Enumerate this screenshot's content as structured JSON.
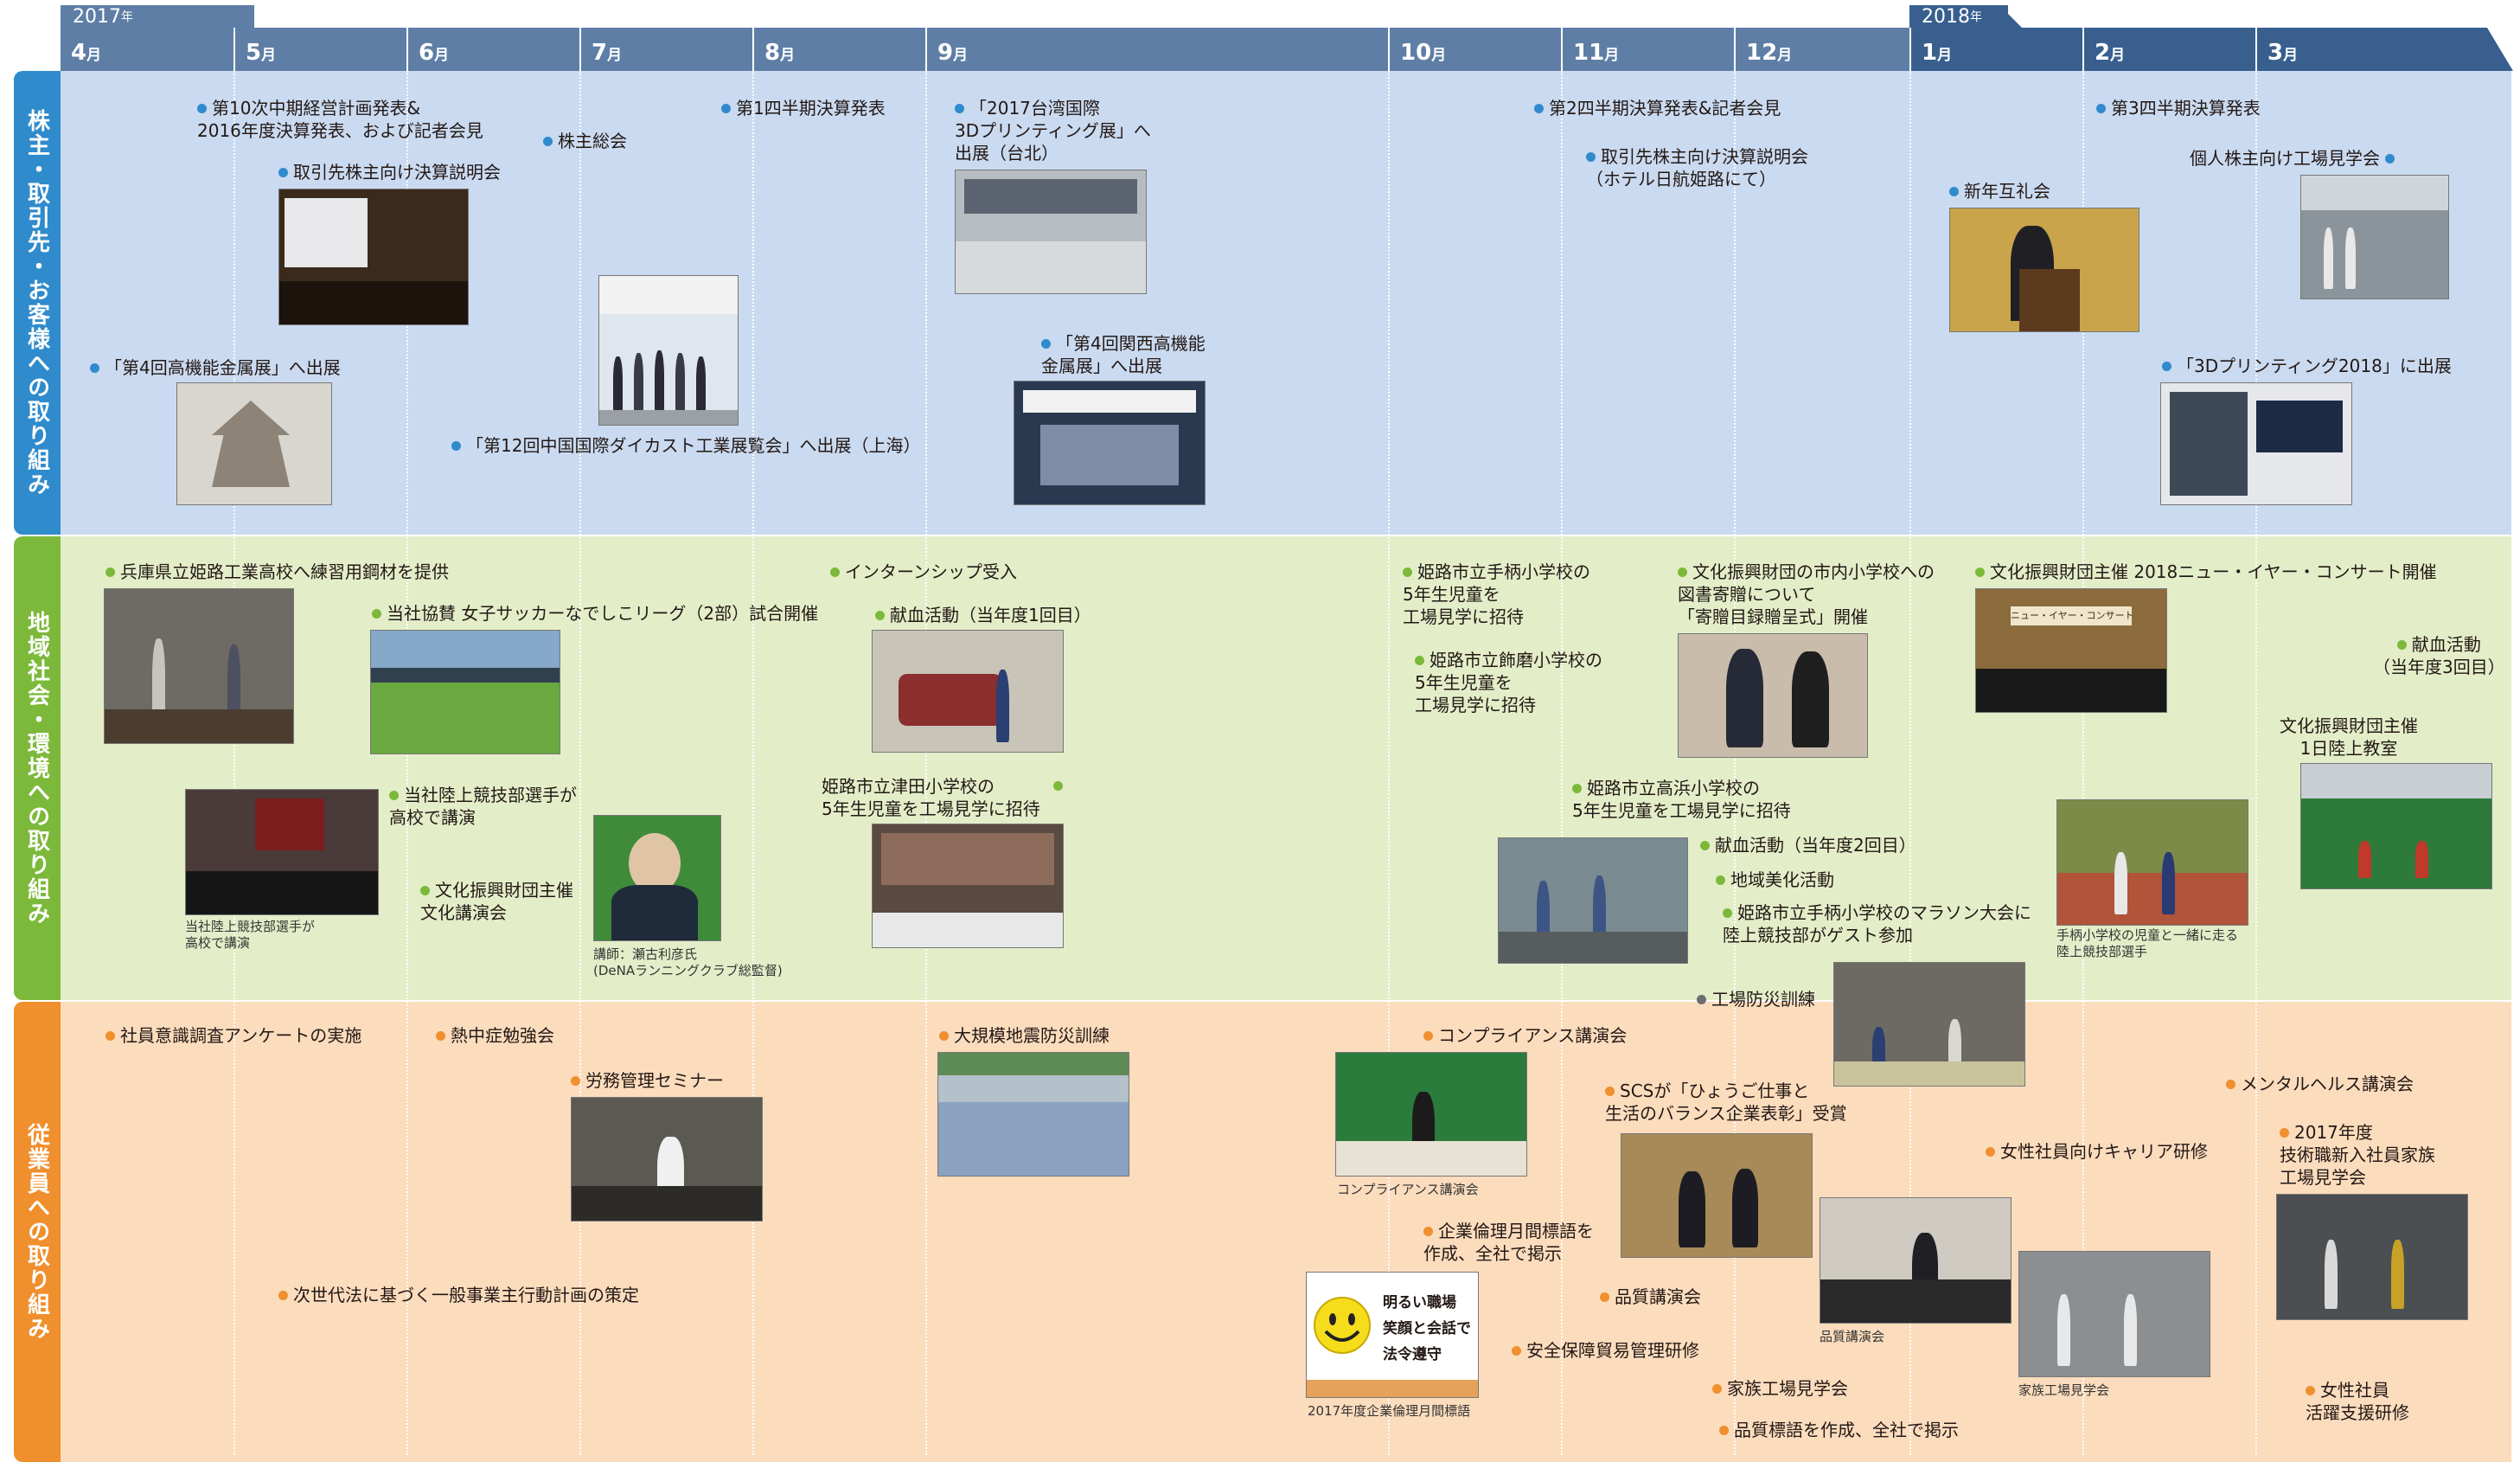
{
  "header": {
    "year_start": "2017",
    "year_start_suffix": "年",
    "year_end": "2018",
    "year_end_suffix": "年",
    "months": [
      {
        "num": "4",
        "suf": "月"
      },
      {
        "num": "5",
        "suf": "月"
      },
      {
        "num": "6",
        "suf": "月"
      },
      {
        "num": "7",
        "suf": "月"
      },
      {
        "num": "8",
        "suf": "月"
      },
      {
        "num": "9",
        "suf": "月"
      },
      {
        "num": "10",
        "suf": "月"
      },
      {
        "num": "11",
        "suf": "月"
      },
      {
        "num": "12",
        "suf": "月"
      },
      {
        "num": "1",
        "suf": "月"
      },
      {
        "num": "2",
        "suf": "月"
      },
      {
        "num": "3",
        "suf": "月"
      }
    ]
  },
  "colors": {
    "header_blue": "#5e7ea6",
    "header_blue_dark": "#385f8e",
    "sec1_bg": "#cadaf0",
    "sec1_label": "#2f8bcc",
    "sec1_dot": "#2f8bcc",
    "sec2_bg": "#e3eec9",
    "sec2_label": "#7cb93a",
    "sec2_dot": "#7cb93a",
    "sec3_bg": "#fbdcbd",
    "sec3_label": "#f08f2d",
    "sec3_dot": "#f08f2d",
    "gray_dot": "#6d6d6d"
  },
  "sections": {
    "s1": {
      "label": "株主・取引先・お客様への取り組み"
    },
    "s2": {
      "label": "地域社会・環境への取り組み"
    },
    "s3": {
      "label": "従業員への取り組み"
    }
  },
  "s1_items": [
    "第10次中期経営計画発表&\n2016年度決算発表、および記者会見",
    "取引先株主向け決算説明会",
    "株主総会",
    "第1四半期決算発表",
    "「2017台湾国際\n3Dプリンティング展」へ\n出展（台北）",
    "「第4回高機能金属展」へ出展",
    "「第12回中国国際ダイカスト工業展覧会」へ出展（上海）",
    "「第4回関西高機能\n金属展」へ出展",
    "第2四半期決算発表&記者会見",
    "取引先株主向け決算説明会\n（ホテル日航姫路にて）",
    "新年互礼会",
    "第3四半期決算発表",
    "個人株主向け工場見学会",
    "「3Dプリンティング2018」に出展"
  ],
  "s2_items": [
    "兵庫県立姫路工業高校へ練習用鋼材を提供",
    "当社協賛 女子サッカーなでしこリーグ（2部）試合開催",
    "インターンシップ受入",
    "献血活動（当年度1回目）",
    "当社陸上競技部選手が\n高校で講演",
    "文化振興財団主催\n文化講演会",
    "姫路市立津田小学校の\n5年生児童を工場見学に招待",
    "姫路市立手柄小学校の\n5年生児童を\n工場見学に招待",
    "姫路市立飾磨小学校の\n5年生児童を\n工場見学に招待",
    "文化振興財団の市内小学校への\n図書寄贈について\n「寄贈目録贈呈式」開催",
    "文化振興財団主催 2018ニュー・イヤー・コンサート開催",
    "献血活動\n（当年度3回目）",
    "文化振興財団主催\n1日陸上教室",
    "姫路市立高浜小学校の\n5年生児童を工場見学に招待",
    "献血活動（当年度2回目）",
    "地域美化活動",
    "姫路市立手柄小学校のマラソン大会に\n陸上競技部がゲスト参加"
  ],
  "s2_captions": [
    "当社陸上競技部選手が\n高校で講演",
    "講師：瀬古利彦氏\n(DeNAランニングクラブ総監督)",
    "手柄小学校の児童と一緒に走る\n陸上競技部選手"
  ],
  "s3_items": [
    "社員意識調査アンケートの実施",
    "熱中症勉強会",
    "労務管理セミナー",
    "大規模地震防災訓練",
    "次世代法に基づく一般事業主行動計画の策定",
    "工場防災訓練",
    "コンプライアンス講演会",
    "SCSが「ひょうご仕事と\n生活のバランス企業表彰」受賞",
    "企業倫理月間標語を\n作成、全社で掲示",
    "品質講演会",
    "安全保障貿易管理研修",
    "家族工場見学会",
    "品質標語を作成、全社で掲示",
    "女性社員向けキャリア研修",
    "メンタルヘルス講演会",
    "2017年度\n技術職新入社員家族\n工場見学会",
    "女性社員\n活躍支援研修"
  ],
  "s3_captions": [
    "コンプライアンス講演会",
    "品質講演会",
    "家族工場見学会",
    "2017年度企業倫理月間標語"
  ],
  "poster": {
    "line1": "明るい職場",
    "line2": "笑顔と会話で",
    "line3": "法令遵守"
  },
  "photo_signs": {
    "concert": "ニュー・イヤー・コンサート"
  }
}
